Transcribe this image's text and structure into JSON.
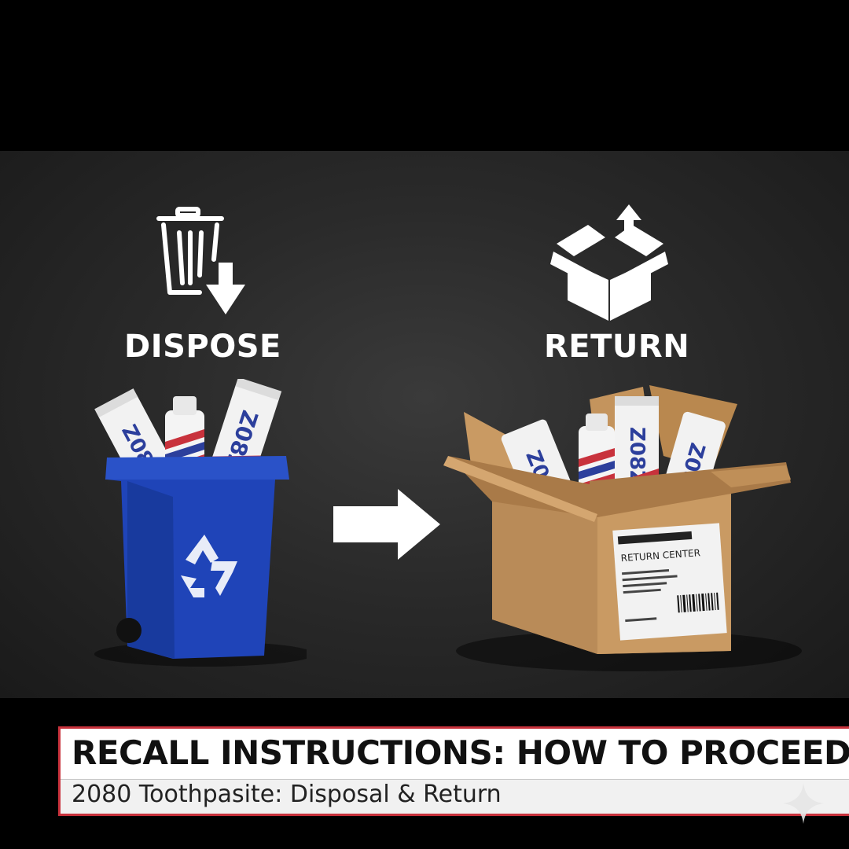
{
  "panel_left": {
    "label": "DISPOSE",
    "icon": "trash-down-icon",
    "bin_icon": "recycle-icon"
  },
  "panel_right": {
    "label": "RETURN",
    "icon": "box-up-icon",
    "shipping_label": {
      "header": "RETURN CENTER"
    }
  },
  "tube_brand": "Z08Z",
  "arrow_icon": "arrow-right-icon",
  "banner": {
    "title": "RECALL INSTRUCTIONS: HOW TO PROCEED",
    "subtitle": "2080 Toothpasite: Disposal & Return"
  },
  "colors": {
    "bin": "#1f44b8",
    "box": "#b98b58",
    "accent_red": "#c8323c",
    "stripe_blue": "#2c3f9c"
  }
}
